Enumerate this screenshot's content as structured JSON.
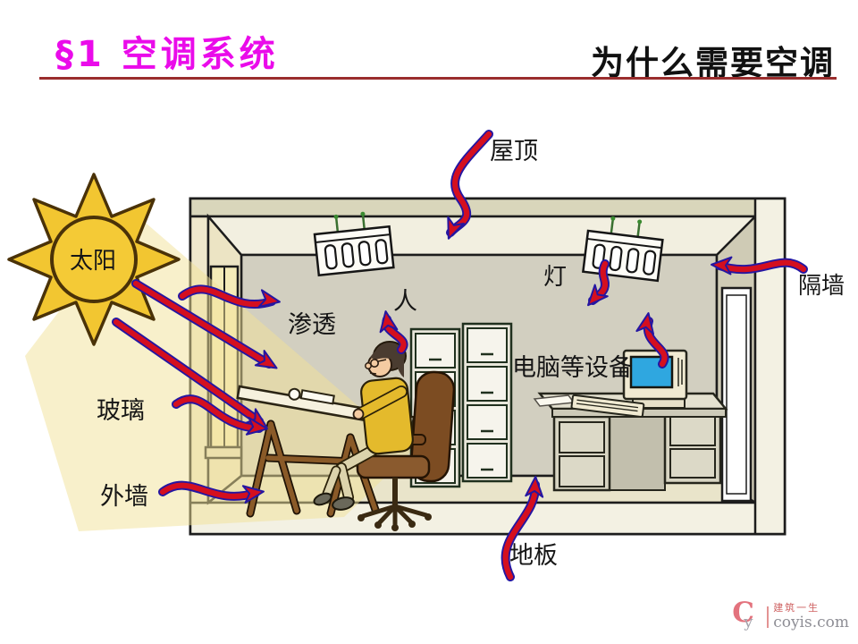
{
  "slide": {
    "title": "§1 空调系统",
    "subtitle": "为什么需要空调"
  },
  "colors": {
    "title_magenta": "#ea0bea",
    "rule_red": "#9a2d2d",
    "arrow_red": "#d40f1f",
    "arrow_outline_blue": "#2416a2",
    "sun_gold": "#f2c631",
    "beam_yellow": "#f2e298",
    "monitor_screen_blue": "#2fa7e0"
  },
  "diagram": {
    "sun_label": "太阳",
    "labels": {
      "roof": "屋顶",
      "lamp": "灯",
      "person": "人",
      "infiltration": "渗透",
      "glass": "玻璃",
      "exterior_wall": "外墙",
      "floor": "地板",
      "computer_equipment": "电脑等设备",
      "partition_wall": "隔墙"
    }
  },
  "watermark": {
    "logo_c": "C",
    "logo_y": "y",
    "brand": "建筑一生",
    "site": "coyis.com"
  }
}
